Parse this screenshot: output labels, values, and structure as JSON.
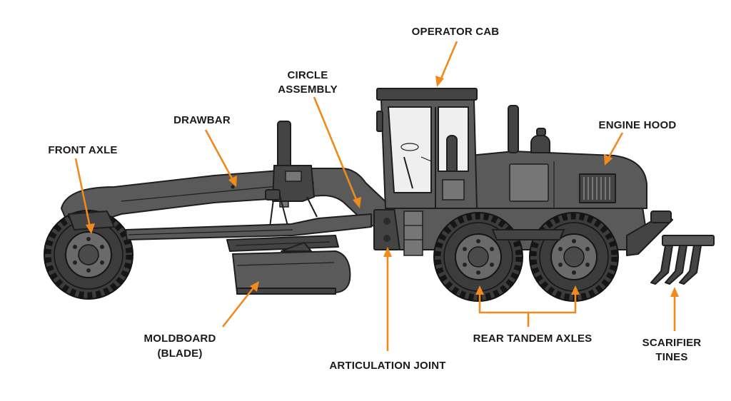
{
  "labels": {
    "operator_cab": "OPERATOR CAB",
    "circle_assembly": [
      "CIRCLE",
      "ASSEMBLY"
    ],
    "drawbar": "DRAWBAR",
    "engine_hood": "ENGINE HOOD",
    "front_axle": "FRONT AXLE",
    "moldboard": [
      "MOLDBOARD",
      "(BLADE)"
    ],
    "articulation_joint": "ARTICULATION JOINT",
    "rear_tandem_axles": "REAR TANDEM AXLES",
    "scarifier_tines": [
      "SCARIFIER",
      "TINES"
    ]
  },
  "colors": {
    "callout": "#f08a1d",
    "machine_body": "#5a5a5a",
    "outline": "#1e1e1e",
    "label_text": "#1a1a1a"
  }
}
